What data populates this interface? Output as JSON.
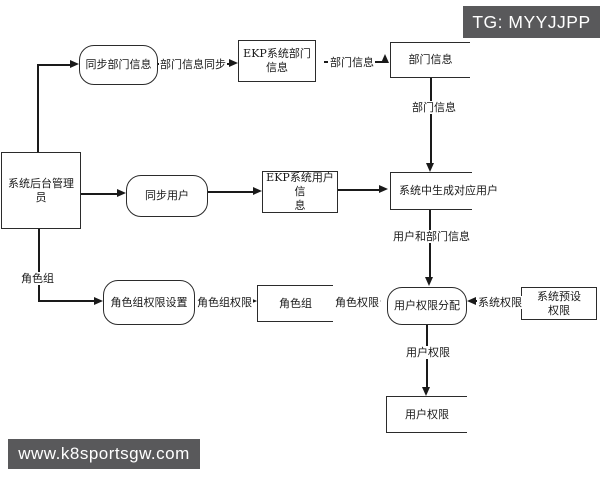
{
  "watermarks": {
    "top_right": "TG: MYYJJPP",
    "bottom_left": "www.k8sportsgw.com"
  },
  "colors": {
    "watermark_bg": "#59595b",
    "watermark_text": "#ffffff",
    "line": "#1a1a1a",
    "background": "#ffffff"
  },
  "diagram": {
    "nodes": {
      "sync_dept": {
        "label": "同步部门信息",
        "shape": "rounded-process"
      },
      "ekp_dept": {
        "line1": "EKP系统部门",
        "line2": "信息",
        "shape": "rect"
      },
      "dept_store": {
        "label": "部门信息",
        "shape": "open-rect"
      },
      "sys_admin": {
        "label": "系统后台管理员",
        "shape": "rect"
      },
      "sync_user": {
        "label": "同步用户",
        "shape": "rounded-process"
      },
      "ekp_user": {
        "line1": "EKP系统用户信",
        "line2": "息",
        "shape": "rect"
      },
      "gen_user": {
        "label": "系统中生成对应用户",
        "shape": "open-rect"
      },
      "role_perm_set": {
        "label": "角色组权限设置",
        "shape": "rounded-process"
      },
      "role_group_store": {
        "label": "角色组",
        "shape": "open-rect"
      },
      "user_perm_alloc": {
        "label": "用户权限分配",
        "shape": "rounded-process"
      },
      "preset_perm": {
        "line1": "系统预设",
        "line2": "权限",
        "shape": "rect"
      },
      "user_perm_store": {
        "label": "用户权限",
        "shape": "open-rect"
      }
    },
    "edge_labels": {
      "dept_sync": "部门信息同步",
      "dept_info_in": "部门信息",
      "dept_info_down": "部门信息",
      "user_dept_info": "用户和部门信息",
      "role_group": "角色组",
      "role_group_perm": "角色组权限",
      "role_perm": "角色权限",
      "sys_perm": "系统权限",
      "user_perm": "用户权限"
    }
  }
}
